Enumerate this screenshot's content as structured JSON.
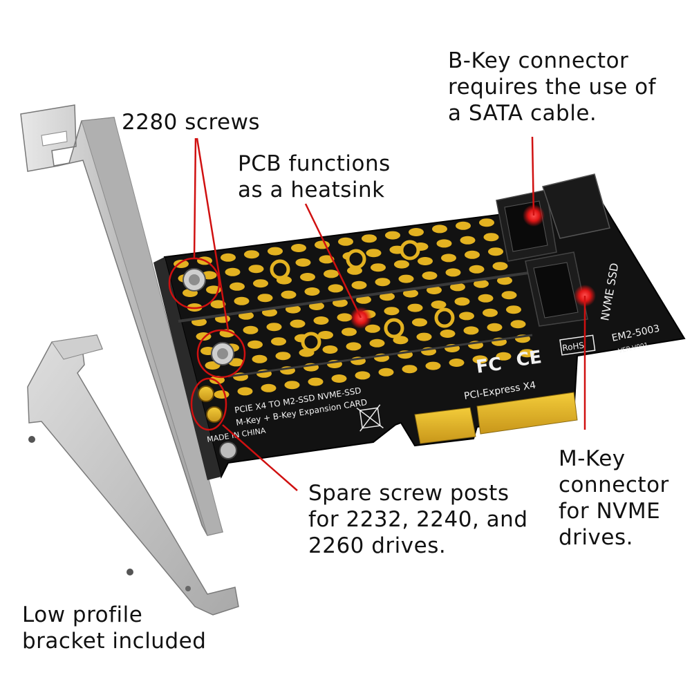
{
  "callouts": {
    "screws": {
      "lines": [
        "2280 screws"
      ]
    },
    "heatsink": {
      "lines": [
        "PCB functions",
        "as a heatsink"
      ]
    },
    "bkey": {
      "lines": [
        "B-Key connector",
        "requires the use of",
        "a SATA cable."
      ]
    },
    "mkey": {
      "lines": [
        "M-Key",
        "connector",
        "for NVME",
        "drives."
      ]
    },
    "spare": {
      "lines": [
        "Spare screw posts",
        "for 2232, 2240, and",
        "2260 drives."
      ]
    },
    "bracket": {
      "lines": [
        "Low profile",
        "bracket included"
      ]
    }
  },
  "pcb_print": {
    "title_line1": "PCIE X4 TO  M2-SSD NVME-SSD",
    "title_line2": "M-Key + B-Key Expansion CARD",
    "made": "MADE IN CHINA",
    "bus": "PCI-Express X4",
    "model": "EM2-5003",
    "version": "VER.V001",
    "slot_label": "NVME  SSD",
    "rohs": "RoHS",
    "fcc": "FC",
    "ce": "CE"
  },
  "colors": {
    "callout_red": "#d01010",
    "pcb_black": "#101010",
    "gold_pad": "#e3b221",
    "bracket_silver": "#c8c8c8"
  }
}
